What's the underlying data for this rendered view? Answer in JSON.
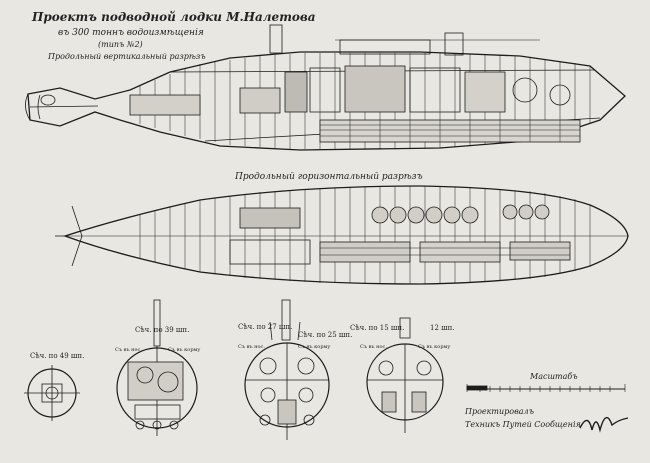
{
  "title": "Проектъ подводной лодки М.Налетова",
  "subtitle": "въ 300 тоннъ водоизмѣщенія",
  "variant": "(типъ №2)",
  "section_vertical": "Продольный вертикальный разрѣзъ",
  "section_horizontal": "Продольный горизонтальный разрѣзъ",
  "cross_sections": [
    {
      "label": "Сѣч. по 49 шп."
    },
    {
      "label": "Сѣч. по 39 шп.",
      "left_note": "Съ въ нос.",
      "right_note": "Съ въ корму"
    },
    {
      "label": "Сѣч. по 27 шп.",
      "label2": "Сѣч. по 25 шп.",
      "left_note": "Съ въ нос.",
      "right_note": "Съ въ корму"
    },
    {
      "label": "Сѣч. по 15 шп.",
      "label2": "12 шп.",
      "left_note": "Съ въ нос.",
      "right_note": "Съ въ корму"
    }
  ],
  "scale_label": "Масштабъ",
  "signature_line1": "Проектировалъ",
  "signature_line2": "Техникъ Путей Сообщенія"
}
